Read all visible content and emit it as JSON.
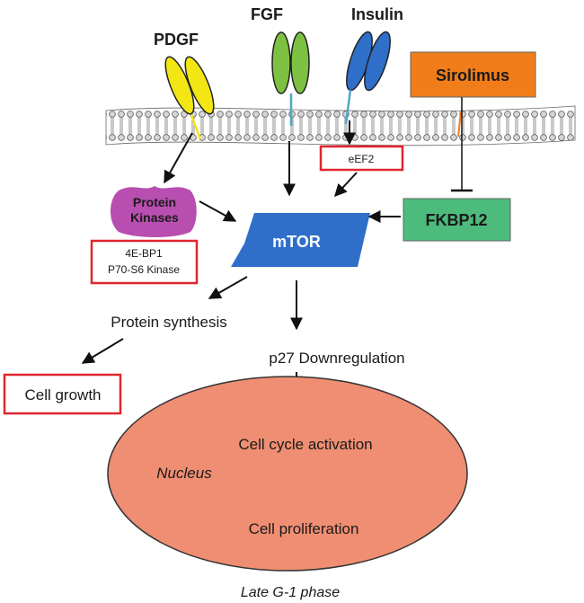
{
  "ligands": {
    "pdgf": "PDGF",
    "fgf": "FGF",
    "insulin": "Insulin"
  },
  "drug": "Sirolimus",
  "fkbp": "FKBP12",
  "eef2": "eEF2",
  "protein_kinases": [
    "Protein",
    "Kinases"
  ],
  "kinase_targets": [
    "4E-BP1",
    "P70-S6 Kinase"
  ],
  "mtor": "mTOR",
  "protein_synthesis": "Protein synthesis",
  "cell_growth": "Cell growth",
  "p27": "p27 Downregulation",
  "nucleus": {
    "label": "Nucleus",
    "cell_cycle": "Cell cycle activation",
    "proliferation": "Cell proliferation"
  },
  "phase": "Late G-1 phase",
  "colors": {
    "pdgf": "#f2e614",
    "fgf": "#7cc142",
    "insulin": "#2f6fc9",
    "sirolimus": "#f07d1a",
    "fkbp": "#4dbb7c",
    "kinases": "#b84fb0",
    "mtor": "#2f6fc9",
    "nucleus": "#ef8e72",
    "highlight_box": "#e0262d"
  }
}
